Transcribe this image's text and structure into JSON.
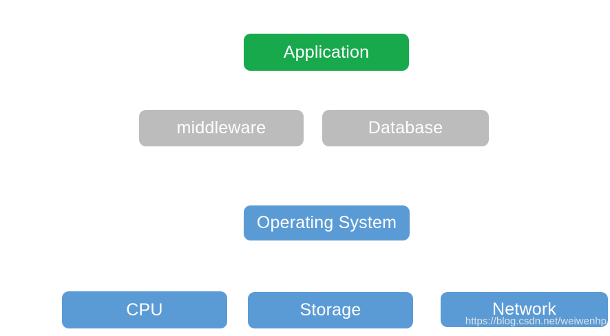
{
  "diagram": {
    "colors": {
      "application_green": "#18a94d",
      "middleware_database_gray": "#bcbcbc",
      "layer_blue": "#5b9bd5",
      "label_text": "#ffffff"
    },
    "nodes": {
      "application": {
        "label": "Application"
      },
      "middleware": {
        "label": "middleware"
      },
      "database": {
        "label": "Database"
      },
      "operating_system": {
        "label": "Operating System"
      },
      "cpu": {
        "label": "CPU"
      },
      "storage": {
        "label": "Storage"
      },
      "network": {
        "label": "Network"
      }
    },
    "watermark": {
      "text": "https://blog.csdn.net/weiwenhp"
    }
  }
}
